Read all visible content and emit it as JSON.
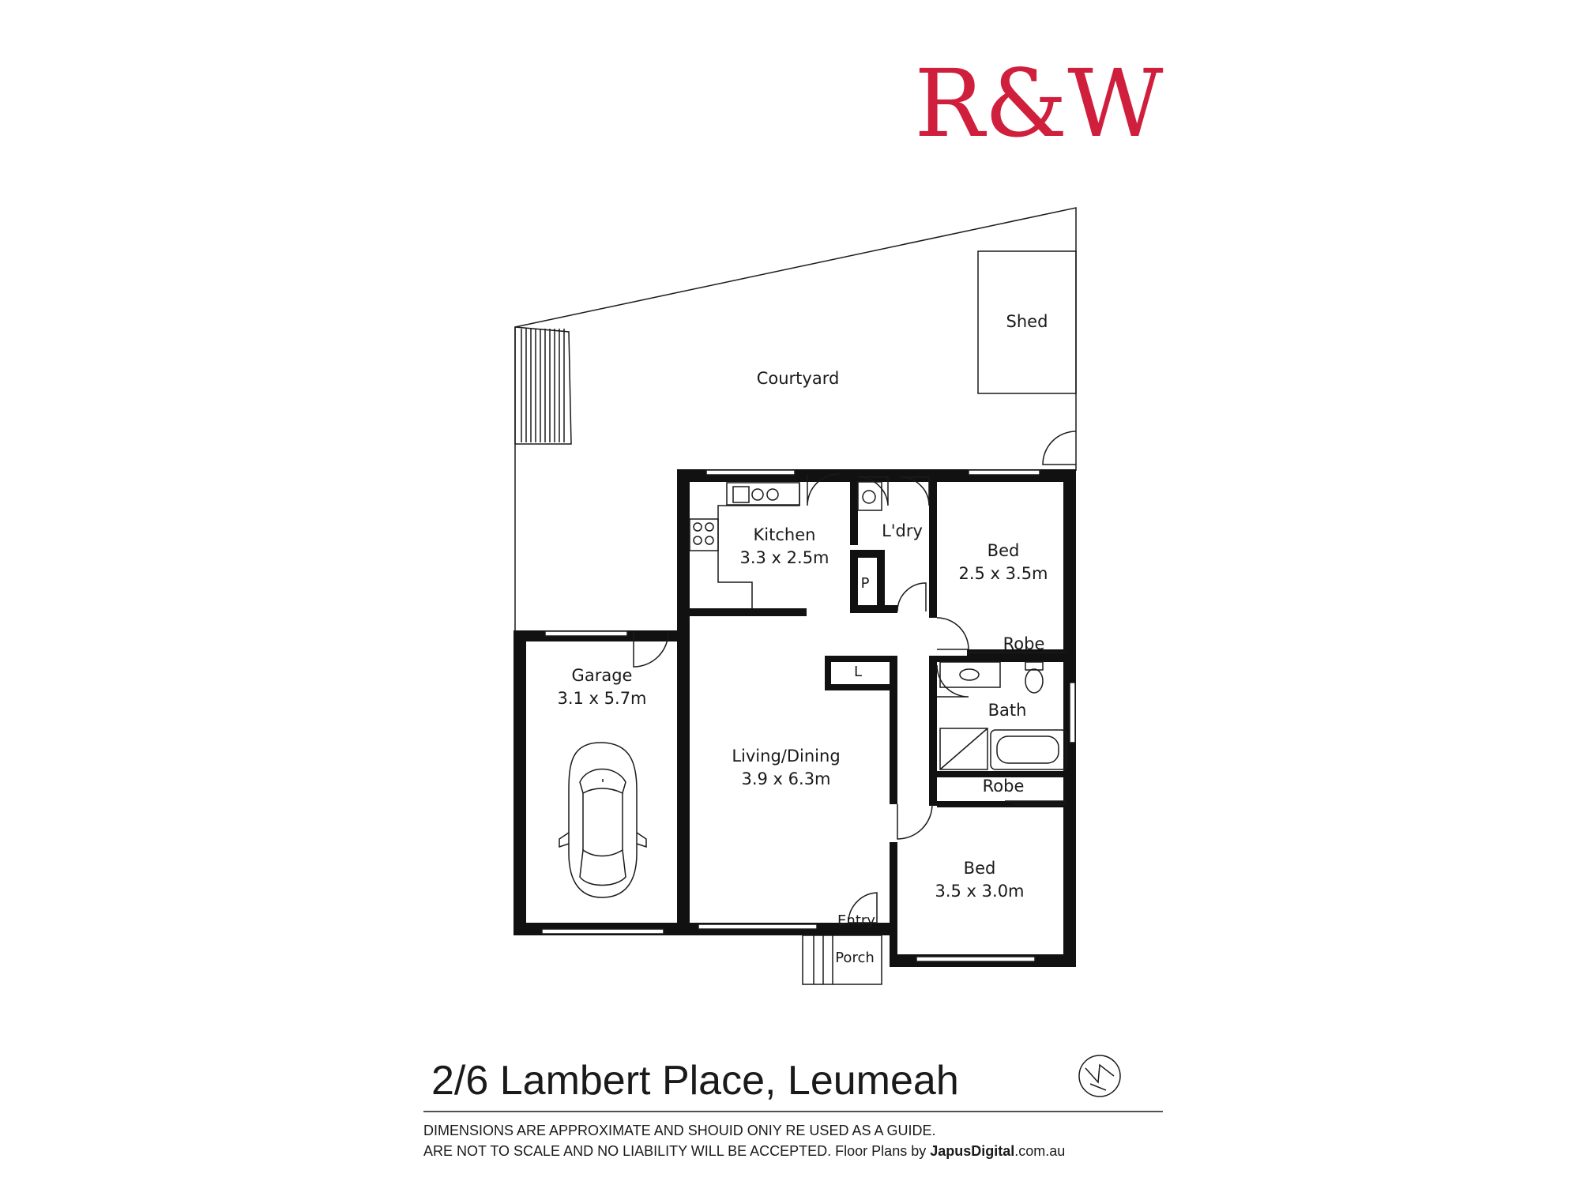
{
  "logo": {
    "text": "R&W",
    "color": "#d01f3c"
  },
  "rooms": {
    "courtyard": {
      "name": "Courtyard"
    },
    "shed": {
      "name": "Shed"
    },
    "kitchen": {
      "name": "Kitchen",
      "size": "3.3 x 2.5m"
    },
    "laundry": {
      "name": "L'dry"
    },
    "pantry": {
      "name": "P"
    },
    "linen": {
      "name": "L"
    },
    "bed1": {
      "name": "Bed",
      "size": "2.5 x 3.5m"
    },
    "robe1": {
      "name": "Robe"
    },
    "garage": {
      "name": "Garage",
      "size": "3.1 x 5.7m"
    },
    "bath": {
      "name": "Bath"
    },
    "robe2": {
      "name": "Robe"
    },
    "living": {
      "name": "Living/Dining",
      "size": "3.9 x 6.3m"
    },
    "bed2": {
      "name": "Bed",
      "size": "3.5 x 3.0m"
    },
    "entry": {
      "name": "Entry"
    },
    "porch": {
      "name": "Porch"
    }
  },
  "address": "2/6 Lambert Place, Leumeah",
  "compass_icon": "north-arrow-icon",
  "disclaimer": {
    "line1": "DIMENSIONS ARE APPROXIMATE AND SHOUID ONIY RE USED AS A GUIDE.",
    "line2_prefix": "ARE NOT TO SCALE AND NO LIABILITY WILL BE ACCEPTED. Floor Plans by ",
    "brand": "JapusDigital",
    "domain": ".com.au"
  }
}
